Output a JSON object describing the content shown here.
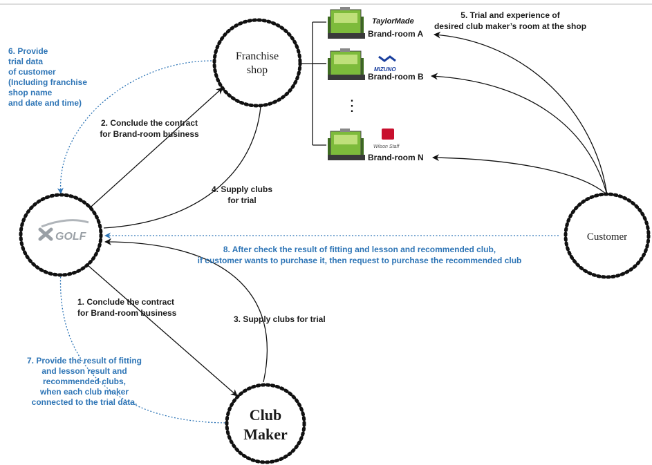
{
  "nodes": {
    "franchise": [
      "Franchise",
      "shop"
    ],
    "customer": "Customer",
    "club_maker": [
      "Club",
      "Maker"
    ],
    "xgolf_logo": "GOLF"
  },
  "brand_rooms": [
    {
      "label": "Brand-room A",
      "brand": "TaylorMade"
    },
    {
      "label": "Brand-room B",
      "brand": "MIZUNO"
    },
    {
      "label": "Brand-room N",
      "brand": "Wilson Staff"
    }
  ],
  "ellipsis": "⋮",
  "steps": {
    "s1": [
      "1.   Conclude the contract",
      "for Brand-room business"
    ],
    "s2": [
      "2. Conclude the contract",
      "for Brand-room business"
    ],
    "s3": [
      "3. Supply clubs for trial"
    ],
    "s4": [
      "4. Supply clubs",
      "for trial"
    ],
    "s5": [
      "5. Trial and experience of",
      "desired club maker’s room at the shop"
    ],
    "s6": [
      "6. Provide",
      "trial data",
      "of customer",
      "(Including franchise",
      "shop name",
      "and date and time)"
    ],
    "s7": [
      "7. Provide the result of fitting",
      "and lesson result and",
      "recommended clubs,",
      "when each club maker",
      "connected  to the trial data."
    ],
    "s8": [
      "8. After check the result of fitting  and lesson and recommended club,",
      "if customer wants to purchase it, then request to purchase the recommended club"
    ]
  },
  "colors": {
    "line": "#111111",
    "blue": "#2e75b6",
    "room_green": "#6aa32e"
  }
}
